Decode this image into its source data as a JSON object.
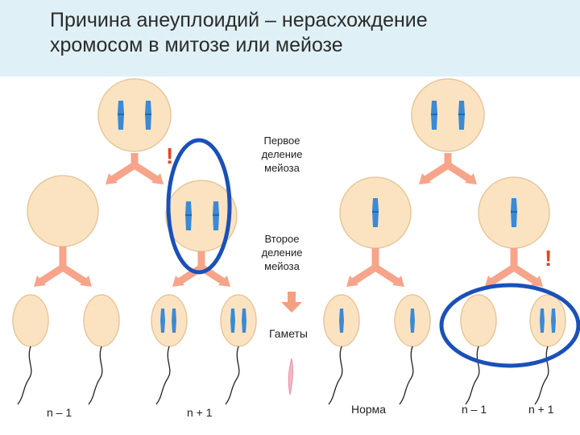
{
  "title": {
    "line1": "Причина анеуплоидий – нерасхождение",
    "line2": "хромосом в митозе или мейозе"
  },
  "labels": {
    "first_division": [
      "Первое",
      "деление",
      "мейоза"
    ],
    "second_division": [
      "Второе",
      "деление",
      "мейоза"
    ],
    "gametes": "Гаметы"
  },
  "exclamation": "!",
  "gamete_labels": [
    "n – 1",
    "n + 1",
    "Норма",
    "n – 1",
    "n + 1"
  ],
  "colors": {
    "header_bg": "#dff1f6",
    "cell_fill": "#fbe3c2",
    "cell_stroke": "#e7c79a",
    "arrow": "#f7a48a",
    "chromosome": "#3a8ad6",
    "highlight_ellipse": "#1a50b8",
    "exclamation": "#e8431f",
    "fertilization_arrow": "#f2a080",
    "sperm_head": "#f4b8c4"
  }
}
